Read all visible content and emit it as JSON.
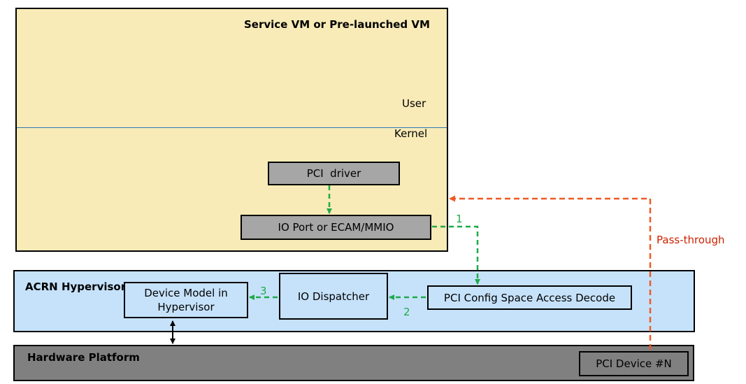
{
  "service_vm": {
    "title": "Service VM or Pre-launched VM",
    "user_label": "User",
    "kernel_label": "Kernel",
    "pci_driver": "PCI  driver",
    "io_port": "IO Port or ECAM/MMIO"
  },
  "hypervisor": {
    "title": "ACRN Hypervisor",
    "device_model": "Device Model in Hypervisor",
    "io_dispatcher": "IO Dispatcher",
    "pci_decode": "PCI Config Space Access Decode"
  },
  "hardware": {
    "title": "Hardware Platform",
    "pci_device": "PCI Device #N"
  },
  "flow": {
    "step1": "1",
    "step2": "2",
    "step3": "3",
    "passthrough": "Pass-through"
  },
  "colors": {
    "vm_fill": "#f8ebb7",
    "hypervisor_fill": "#c6e2fb",
    "hardware_fill": "#808080",
    "box_fill": "#a6a6a6",
    "flow_arrow": "#1faa4a",
    "passthrough_arrow": "#ee5a24",
    "passthrough_text": "#cc2200",
    "divider": "#2e75b6"
  }
}
